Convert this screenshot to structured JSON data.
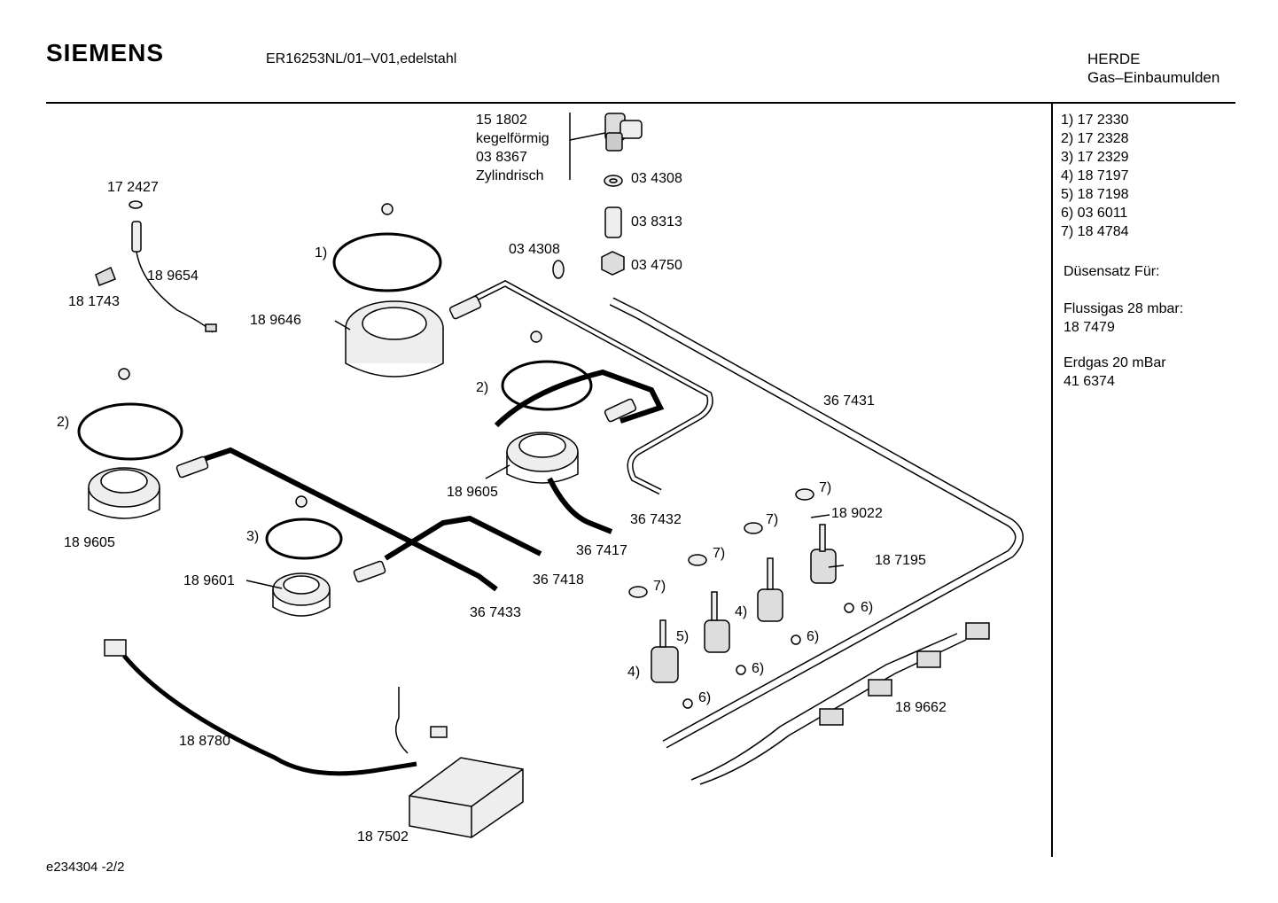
{
  "header": {
    "brand": "SIEMENS",
    "model": "ER16253NL/01–V01,edelstahl",
    "category_line1": "HERDE",
    "category_line2": "Gas–Einbaumulden"
  },
  "footer": {
    "doc_id": "e234304   -2/2"
  },
  "legend_list": [
    "1)  17 2330",
    "2)  17 2328",
    "3)  17 2329",
    "4)  18 7197",
    "5)  18 7198",
    "6)  03 6011",
    "7)  18 4784"
  ],
  "nozzle_set": {
    "title": "Düsensatz Für:",
    "lpg_label": "Flussigas 28 mbar:",
    "lpg_part": "18 7479",
    "ng_label": "Erdgas 20 mBar",
    "ng_part": "41 6374"
  },
  "connector_note": {
    "line1": "15 1802",
    "line2": "kegelförmig",
    "line3": "03 8367",
    "line4": "Zylindrisch"
  },
  "part_labels": {
    "p172427": "17 2427",
    "p189654": "18 9654",
    "p181743": "18 1743",
    "p189646": "18 9646",
    "ref1": "1)",
    "p034308a": "03 4308",
    "p034308b": "03 4308",
    "p038313": "03 8313",
    "p034750": "03 4750",
    "ref2a": "2)",
    "ref2b": "2)",
    "p189605a": "18 9605",
    "p189605b": "18 9605",
    "p367431": "36 7431",
    "p367432": "36 7432",
    "p367417": "36 7417",
    "p367418": "36 7418",
    "p367433": "36 7433",
    "ref3": "3)",
    "p189601": "18 9601",
    "p189022": "18 9022",
    "p187195": "18 7195",
    "p189662": "18 9662",
    "p188780": "18 8780",
    "p187502": "18 7502",
    "r7a": "7)",
    "r7b": "7)",
    "r7c": "7)",
    "r7d": "7)",
    "r4a": "4)",
    "r4b": "4)",
    "r5": "5)",
    "r6a": "6)",
    "r6b": "6)",
    "r6c": "6)",
    "r6d": "6)"
  }
}
